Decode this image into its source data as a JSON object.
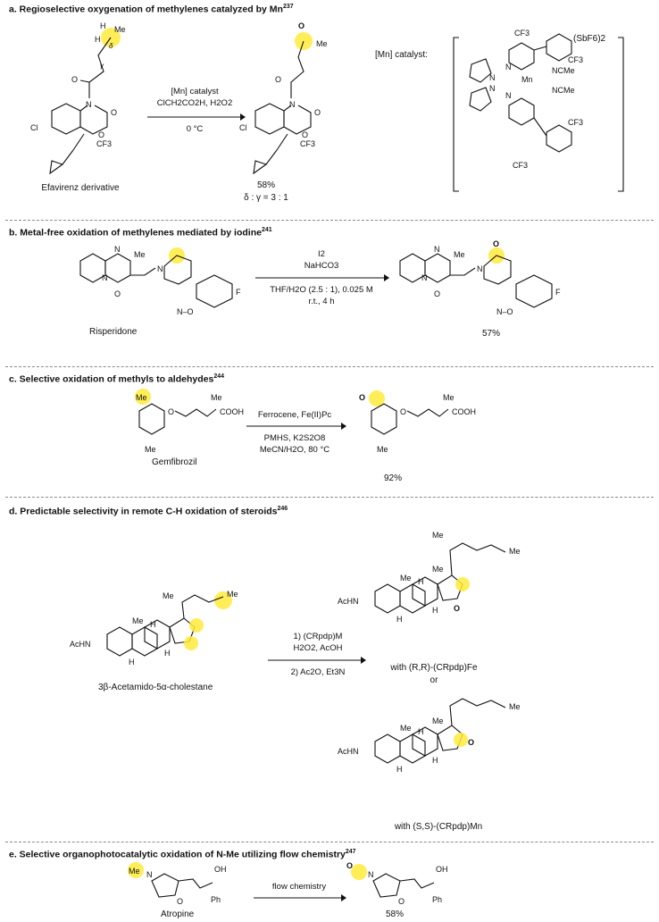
{
  "colors": {
    "highlight": "#ffeb3b",
    "oxygen": "#1a3fbf",
    "hydrogen": "#d32f2f",
    "separator": "#8a8a8a"
  },
  "panel_a": {
    "title": "a. Regioselective oxygenation of methylenes catalyzed by Mn",
    "ref": "237",
    "start_label": "Efavirenz derivative",
    "conditions": [
      "[Mn] catalyst",
      "ClCH2CO2H, H2O2",
      "0 °C"
    ],
    "yield": "58%",
    "selectivity": "δ : γ = 3 : 1",
    "catalyst_label": "[Mn] catalyst:",
    "counterion": "(SbF6)2",
    "atoms": {
      "H": "H",
      "delta": "δ",
      "gamma": "γ",
      "Me": "Me",
      "N": "N",
      "O": "O",
      "Cl": "Cl",
      "CF3": "CF3",
      "Mn": "Mn",
      "NCMe": "NCMe"
    }
  },
  "panel_b": {
    "title": "b. Metal-free  oxidation of methylenes mediated by iodine",
    "ref": "241",
    "start_label": "Risperidone",
    "conditions": [
      "I2",
      "NaHCO3",
      "THF/H2O (2.5 : 1), 0.025 M",
      "r.t., 4 h"
    ],
    "yield": "57%",
    "atoms": {
      "N": "N",
      "O": "O",
      "Me": "Me",
      "F": "F",
      "NO": "N–O"
    }
  },
  "panel_c": {
    "title": "c. Selective oxidation of methyls to aldehydes",
    "ref": "244",
    "start_label": "Gemfibrozil",
    "conditions": [
      "Ferrocene, Fe(II)Pc",
      "PMHS, K2S2O8",
      "MeCN/H2O, 80 °C"
    ],
    "yield": "92%",
    "atoms": {
      "Me": "Me",
      "O": "O",
      "COOH": "COOH"
    }
  },
  "panel_d": {
    "title": "d. Predictable selectivity in remote C-H oxidation of steroids",
    "ref": "246",
    "start_label": "3β-Acetamido-5α-cholestane",
    "conditions": [
      "1) (CRpdp)M",
      "H2O2, AcOH",
      "2) Ac2O, Et3N"
    ],
    "product1_label": "with (R,R)-(CRpdp)Fe",
    "or": "or",
    "product2_label": "with (S,S)-(CRpdp)Mn",
    "atoms": {
      "AcHN": "AcHN",
      "Me": "Me",
      "H": "H",
      "O": "O"
    }
  },
  "panel_e": {
    "title": "e. Selective organophotocatalytic oxidation of N-Me utilizing flow chemistry",
    "ref": "247",
    "start_label": "Atropine",
    "conditions": [
      "flow chemistry"
    ],
    "yield": "58%",
    "atoms": {
      "Me": "Me",
      "N": "N",
      "O": "O",
      "OH": "OH",
      "Ph": "Ph"
    }
  }
}
